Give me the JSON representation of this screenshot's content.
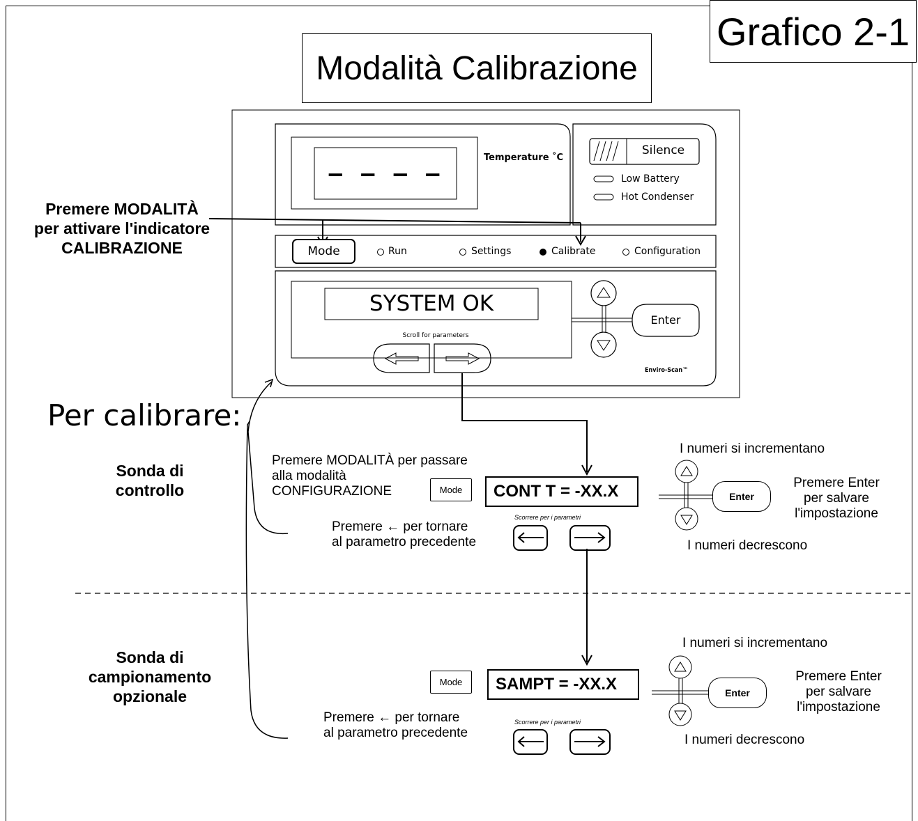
{
  "figure_label": "Grafico 2-1",
  "title": "Modalità Calibrazione",
  "device": {
    "display_value": "– – – –",
    "temperature_label": "Temperature ˚C",
    "silence_label": "Silence",
    "low_battery": "Low Battery",
    "hot_condenser": "Hot Condenser",
    "mode_label": "Mode",
    "modes": [
      "Run",
      "Settings",
      "Calibrate",
      "Configuration"
    ],
    "active_mode": "Calibrate",
    "status_text": "SYSTEM OK",
    "scroll_label": "Scroll for parameters",
    "enter_label": "Enter",
    "brand": "Enviro-Scan™"
  },
  "callout": "Premere MODALITÀ per attivare l'indicatore CALIBRAZIONE",
  "callout_lines": [
    "Premere MODALITÀ",
    "per attivare l'indicatore",
    "CALIBRAZIONE"
  ],
  "per_calibrare": "Per calibrare:",
  "sections": [
    {
      "heading_lines": [
        "Sonda di",
        "controllo"
      ],
      "mode_note_lines": [
        "Premere MODALITÀ per passare",
        "alla modalità",
        "CONFIGURAZIONE"
      ],
      "mode_button": "Mode",
      "param": "CONT T =  -XX.X",
      "scroll_label": "Scorrere per i parametri",
      "back_lines": [
        "Premere ← per tornare",
        "al parametro precedente"
      ],
      "increase": "I numeri si incrementano",
      "decrease": "I numeri decrescono",
      "enter_button": "Enter",
      "enter_note_lines": [
        "Premere Enter",
        "per salvare",
        "l'impostazione"
      ]
    },
    {
      "heading_lines": [
        "Sonda di",
        "campionamento",
        "opzionale"
      ],
      "mode_button": "Mode",
      "param": "SAMPT = -XX.X",
      "scroll_label": "Scorrere per i parametri",
      "back_lines": [
        "Premere ← per tornare",
        "al parametro precedente"
      ],
      "increase": "I numeri si incrementano",
      "decrease": "I numeri decrescono",
      "enter_button": "Enter",
      "enter_note_lines": [
        "Premere Enter",
        "per salvare",
        "l'impostazione"
      ]
    }
  ]
}
